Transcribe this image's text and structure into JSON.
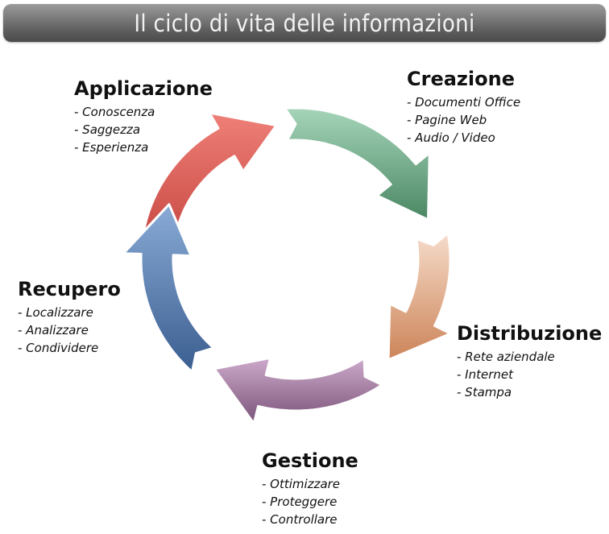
{
  "title": "Il ciclo di vita delle informazioni",
  "stages": [
    {
      "id": "applicazione",
      "title": "Applicazione",
      "items": [
        "- Conoscenza",
        "- Saggezza",
        "- Esperienza"
      ],
      "color": "#c9403a"
    },
    {
      "id": "creazione",
      "title": "Creazione",
      "items": [
        "- Documenti Office",
        "- Pagine Web",
        "- Audio / Video"
      ],
      "color": "#5f9e7c"
    },
    {
      "id": "distribuzione",
      "title": "Distribuzione",
      "items": [
        "- Rete aziendale",
        "- Internet",
        "- Stampa"
      ],
      "color": "#dfa07a"
    },
    {
      "id": "gestione",
      "title": "Gestione",
      "items": [
        "- Ottimizzare",
        "- Proteggere",
        "- Controllare"
      ],
      "color": "#93698f"
    },
    {
      "id": "recupero",
      "title": "Recupero",
      "items": [
        "- Localizzare",
        "- Analizzare",
        "- Condividere"
      ],
      "color": "#4f74a6"
    }
  ],
  "arrows": [
    {
      "stage": "applicazione",
      "light": "#ec7b72",
      "dark": "#b8302b"
    },
    {
      "stage": "creazione",
      "light": "#9fd0b4",
      "dark": "#4d8a66"
    },
    {
      "stage": "distribuzione",
      "light": "#f4d3bd",
      "dark": "#cf8a5e"
    },
    {
      "stage": "gestione",
      "light": "#c8a4c5",
      "dark": "#7e577c"
    },
    {
      "stage": "recupero",
      "light": "#86a7d3",
      "dark": "#3e6294"
    }
  ]
}
